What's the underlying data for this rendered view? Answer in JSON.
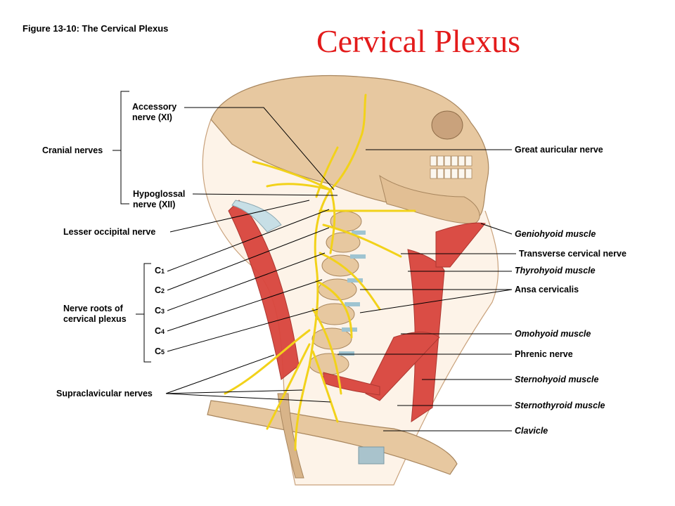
{
  "figure_caption": "Figure 13-10: The Cervical Plexus",
  "title": "Cervical Plexus",
  "left_labels": {
    "accessory": "Accessory\nnerve (XI)",
    "cranial": "Cranial nerves",
    "hypoglossal": "Hypoglossal\nnerve (XII)",
    "lesser_occipital": "Lesser occipital nerve",
    "roots_group": "Nerve roots of\ncervical plexus",
    "supraclavicular": "Supraclavicular nerves"
  },
  "roots": [
    {
      "letter": "C",
      "num": "1"
    },
    {
      "letter": "C",
      "num": "2"
    },
    {
      "letter": "C",
      "num": "3"
    },
    {
      "letter": "C",
      "num": "4"
    },
    {
      "letter": "C",
      "num": "5"
    }
  ],
  "right_labels": {
    "great_auricular": "Great auricular nerve",
    "geniohyoid": "Geniohyoid muscle",
    "transverse_cervical": "Transverse cervical nerve",
    "thyrohyoid": "Thyrohyoid muscle",
    "ansa": "Ansa cervicalis",
    "omohyoid": "Omohyoid muscle",
    "phrenic": "Phrenic nerve",
    "sternohyoid": "Sternohyoid muscle",
    "sternothyroid": "Sternothyroid muscle",
    "clavicle": "Clavicle"
  },
  "colors": {
    "title": "#e31b1b",
    "bone": "#e7c8a0",
    "muscle": "#d9453d",
    "nerve": "#f2d21a",
    "leader": "#000000"
  }
}
